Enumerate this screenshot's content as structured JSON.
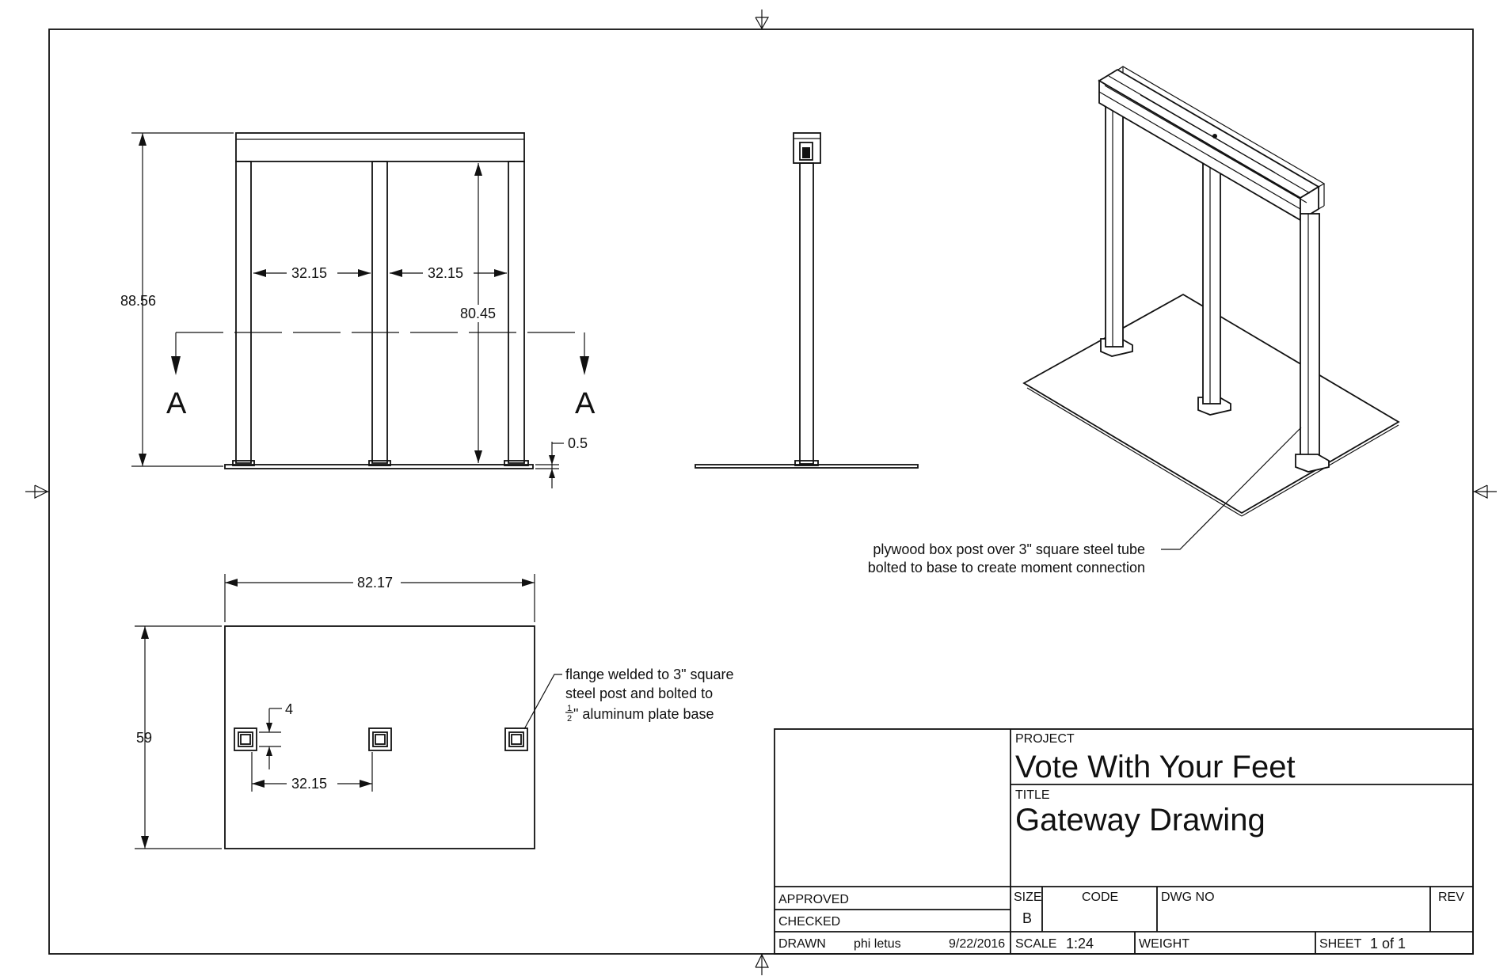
{
  "views": {
    "front": {
      "overall_height": "88.56",
      "post_spacing_left": "32.15",
      "post_spacing_right": "32.15",
      "clear_height": "80.45",
      "plate_thickness": "0.5",
      "section_label_left": "A",
      "section_label_right": "A"
    },
    "plan": {
      "plate_width": "82.17",
      "plate_depth": "59",
      "flange_size": "4",
      "post_spacing": "32.15",
      "note_line1": "flange welded to 3\" square",
      "note_line2": "steel post and bolted to",
      "note_line3_fraction_num": "1",
      "note_line3_fraction_den": "2",
      "note_line3_rest": "\" aluminum plate base"
    },
    "iso": {
      "note_line1": "plywood box post over 3\" square steel tube",
      "note_line2": "bolted to base to create moment connection"
    }
  },
  "title_block": {
    "project_label": "PROJECT",
    "project_value": "Vote With Your Feet",
    "title_label": "TITLE",
    "title_value": "Gateway Drawing",
    "approved_label": "APPROVED",
    "checked_label": "CHECKED",
    "drawn_label": "DRAWN",
    "drawn_by": "phi letus",
    "drawn_date": "9/22/2016",
    "size_label": "SIZE",
    "size_value": "B",
    "code_label": "CODE",
    "dwg_no_label": "DWG NO",
    "rev_label": "REV",
    "scale_label": "SCALE",
    "scale_value": "1:24",
    "weight_label": "WEIGHT",
    "sheet_label": "SHEET",
    "sheet_value": "1 of 1"
  }
}
